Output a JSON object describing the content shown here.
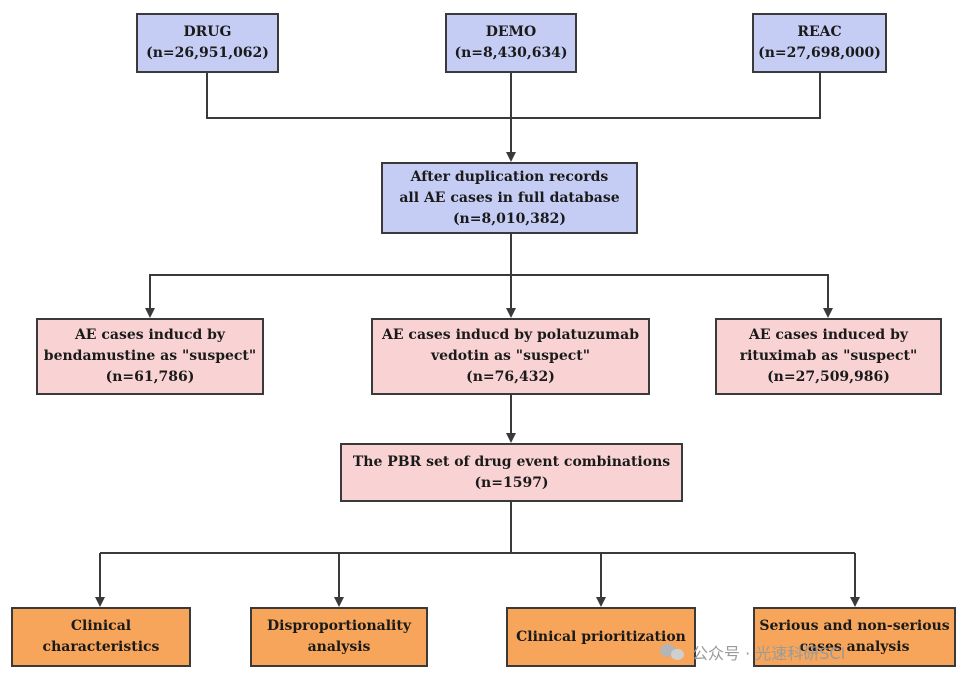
{
  "nodes": {
    "drug": {
      "lines": [
        "DRUG",
        "(n=26,951,062)"
      ]
    },
    "demo": {
      "lines": [
        "DEMO",
        "(n=8,430,634)"
      ]
    },
    "reac": {
      "lines": [
        "REAC",
        "(n=27,698,000)"
      ]
    },
    "dedup": {
      "lines": [
        "After duplication records",
        "all AE cases in full database",
        "(n=8,010,382)"
      ]
    },
    "bendamustine": {
      "lines": [
        "AE cases inducd by",
        "bendamustine as \"suspect\"",
        "(n=61,786)"
      ]
    },
    "polatuzumab": {
      "lines": [
        "AE cases inducd by polatuzumab",
        "vedotin as \"suspect\"",
        "(n=76,432)"
      ]
    },
    "rituximab": {
      "lines": [
        "AE cases induced by",
        "rituximab as \"suspect\"",
        "(n=27,509,986)"
      ]
    },
    "pbr": {
      "lines": [
        "The PBR set of drug event combinations",
        "(n=1597)"
      ]
    },
    "clinical": {
      "lines": [
        "Clinical",
        "characteristics"
      ]
    },
    "dispro": {
      "lines": [
        "Disproportionality",
        "analysis"
      ]
    },
    "prioritization": {
      "lines": [
        "Clinical prioritization"
      ]
    },
    "serious": {
      "lines": [
        "Serious and non-serious",
        "cases analysis"
      ]
    }
  },
  "watermark": {
    "text": "公众号 · 光速科研SCI"
  },
  "colors": {
    "blue": "#c6cdf5",
    "pink": "#f9d3d4",
    "orange": "#f7a55a",
    "line": "#3a3a3a"
  }
}
